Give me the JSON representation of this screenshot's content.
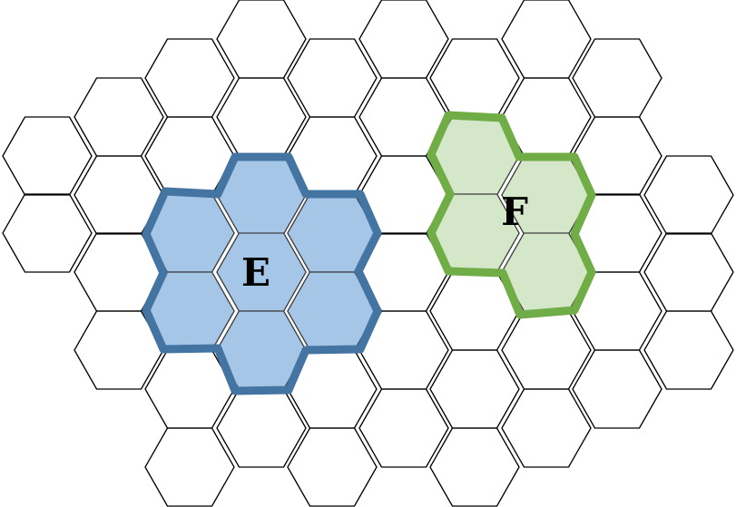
{
  "diagram": {
    "colors": {
      "background": "#ffffff",
      "hex_outline": "#000000",
      "region_e_fill": "#a6c6e8",
      "region_e_border": "#4474a2",
      "region_f_fill": "#d4e7c8",
      "region_f_border": "#71ad47"
    },
    "regions": [
      {
        "id": "E",
        "label": "E"
      },
      {
        "id": "F",
        "label": "F"
      }
    ]
  }
}
